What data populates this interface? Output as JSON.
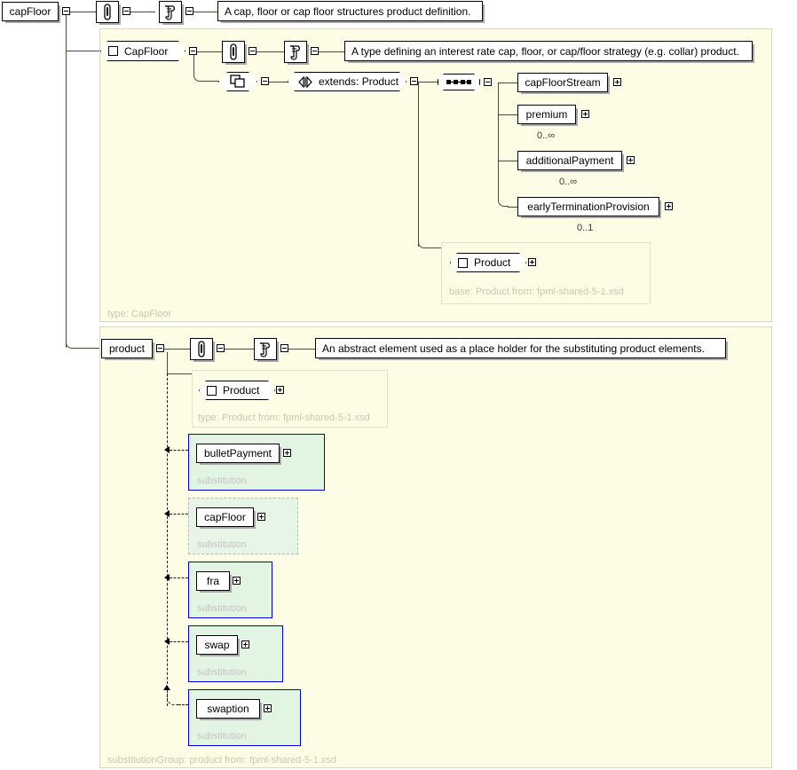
{
  "diagram": {
    "title": "capFloor XML Schema element diagram",
    "colors": {
      "panel_background": "#fdfce4",
      "substitution_fill": "#e2f5e2",
      "substitution_border": "#0000cc",
      "substitution_border_inactive": "#b8b8b8",
      "muted_label": "#c8c8b4",
      "line": "#4a4a3a"
    }
  },
  "root": {
    "element_label": "capFloor",
    "annotation_icon": "paperclip-icon",
    "documentation_icon": "scroll-icon",
    "documentation_text": "A cap, floor or cap floor structures product definition."
  },
  "type_panel": {
    "footer_label": "type: CapFloor",
    "type_capsule_label": "CapFloor",
    "annotation_icon": "paperclip-icon",
    "documentation_icon": "scroll-icon",
    "documentation_text": "A type defining an interest rate cap, floor, or cap/floor strategy (e.g. collar) product.",
    "complex_content_icon": "complex-type-icon",
    "extends_label": "extends: Product",
    "extends_icon": "extension-icon",
    "sequence_icon": "sequence-icon",
    "children": [
      {
        "label": "capFloorStream",
        "cardinality": ""
      },
      {
        "label": "premium",
        "cardinality": "0..∞"
      },
      {
        "label": "additionalPayment",
        "cardinality": "0..∞"
      },
      {
        "label": "earlyTerminationProvision",
        "cardinality": "0..1"
      }
    ],
    "base_panel": {
      "capsule_label": "Product",
      "footer_label": "base: Product from: fpml-shared-5-1.xsd"
    }
  },
  "product_panel": {
    "element_label": "product",
    "annotation_icon": "paperclip-icon",
    "documentation_icon": "scroll-icon",
    "documentation_text": "An abstract element used as a place holder for the substituting product elements.",
    "footer_label": "substitutionGroup: product from: fpml-shared-5-1.xsd",
    "type_panel": {
      "capsule_label": "Product",
      "footer_label": "type: Product from: fpml-shared-5-1.xsd"
    },
    "substitutions": [
      {
        "label": "bulletPayment",
        "caption": "substitution",
        "style": "solid"
      },
      {
        "label": "capFloor",
        "caption": "substitution",
        "style": "dashed"
      },
      {
        "label": "fra",
        "caption": "substitution",
        "style": "solid"
      },
      {
        "label": "swap",
        "caption": "substitution",
        "style": "solid"
      },
      {
        "label": "swaption",
        "caption": "substitution",
        "style": "solid"
      }
    ]
  }
}
